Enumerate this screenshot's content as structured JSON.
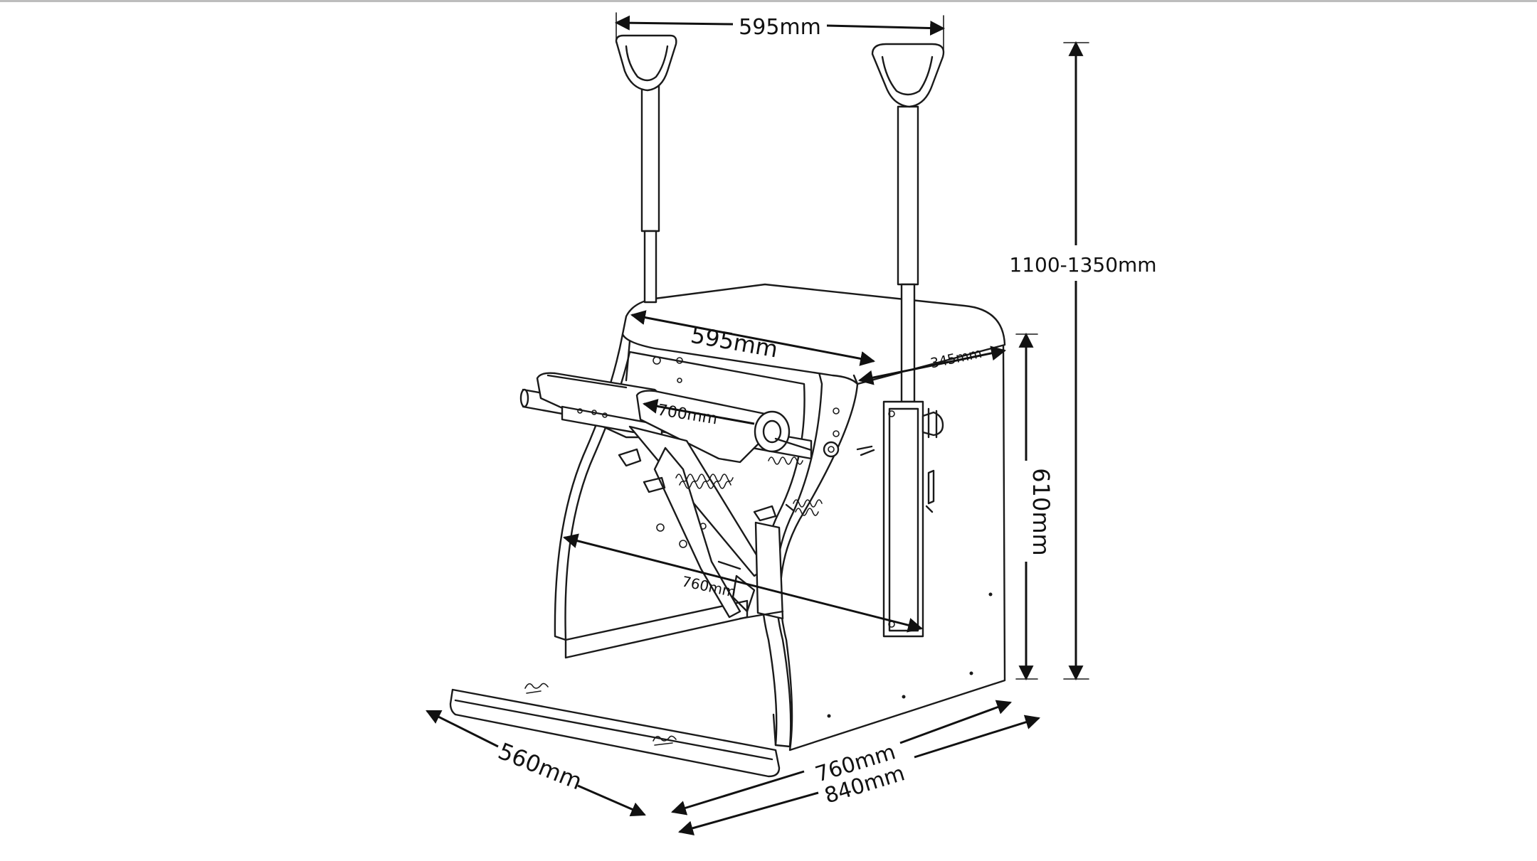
{
  "diagram": {
    "dimensions": {
      "handle_width": "595mm",
      "seat_width": "595mm",
      "seat_depth": "345mm",
      "pedal_width": "700mm",
      "pedal_length": "760mm",
      "overall_height": "1100-1350mm",
      "seat_height": "610mm",
      "base_depth": "560mm",
      "base_width": "760mm",
      "overall_width": "840mm"
    },
    "colors": {
      "line": "#1a1a1a",
      "background": "#ffffff"
    }
  }
}
